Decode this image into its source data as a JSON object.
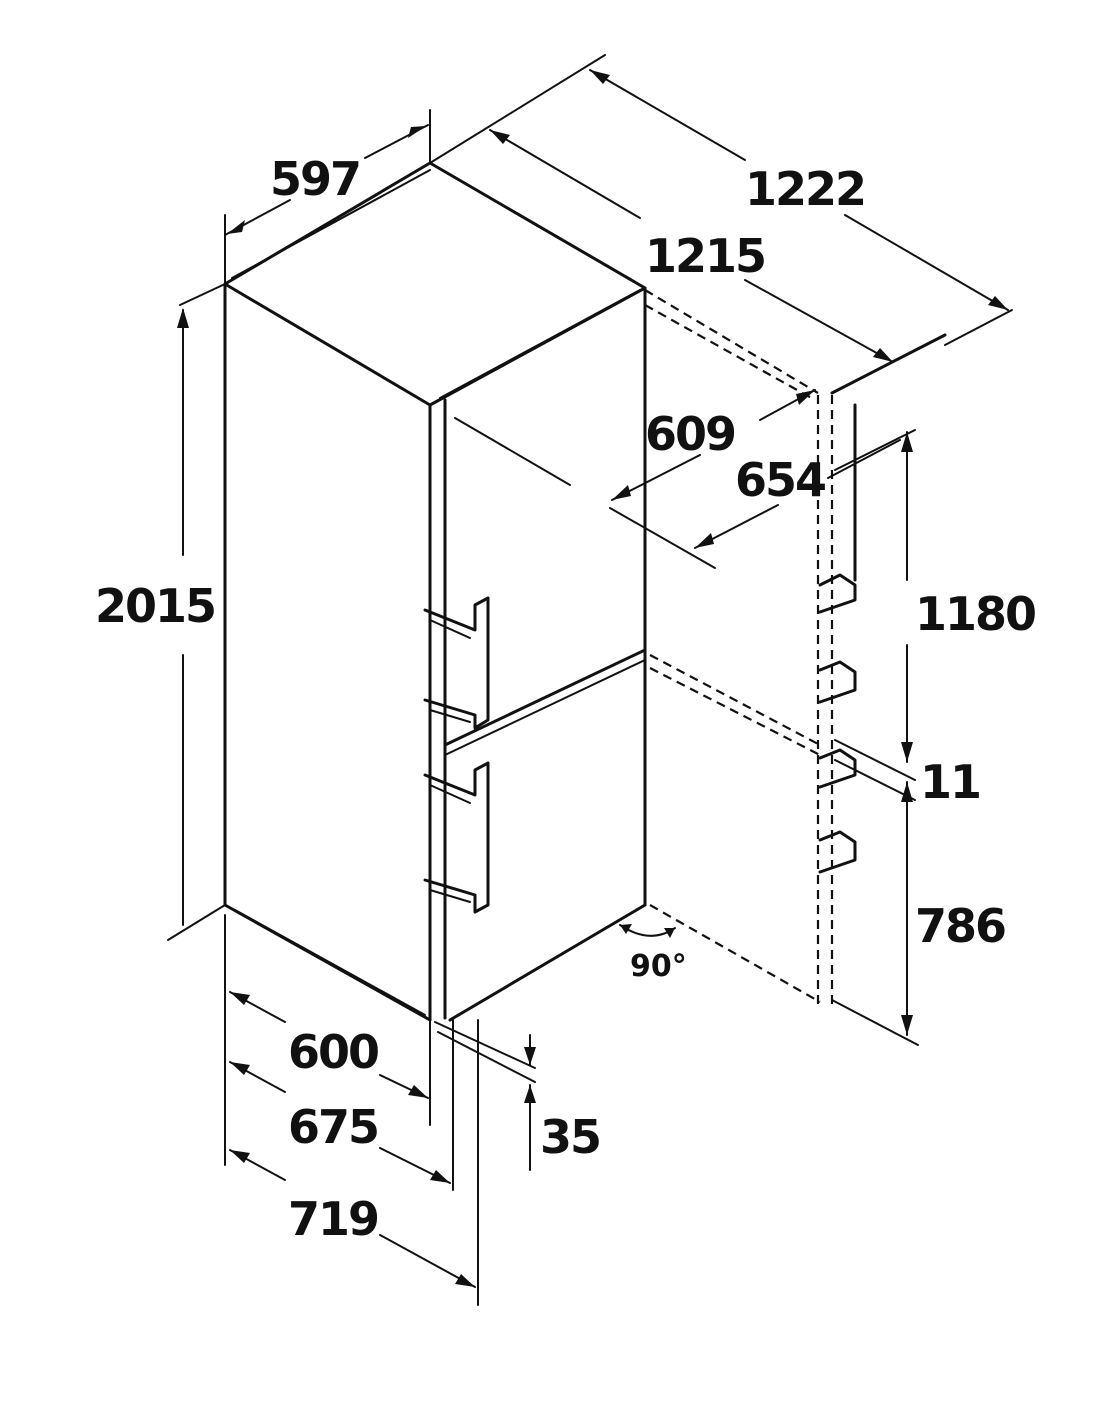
{
  "dimensions": {
    "width": "597",
    "total_depth_open": "1222",
    "depth_with_door_open": "1215",
    "door_swing_609": "609",
    "door_swing_654": "654",
    "height": "2015",
    "upper_door_height": "1180",
    "door_gap": "11",
    "lower_door_height": "786",
    "depth_body": "600",
    "depth_with_door": "675",
    "depth_with_handle": "719",
    "door_offset": "35",
    "door_angle": "90°"
  }
}
